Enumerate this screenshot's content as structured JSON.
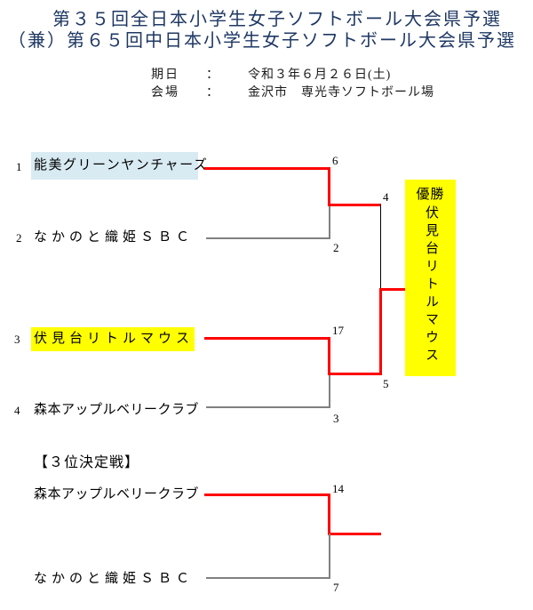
{
  "header": {
    "title_line1": "第３５回全日本小学生女子ソフトボール大会県予選",
    "title_line2": "（兼）第６５回中日本小学生女子ソフトボール大会県予選"
  },
  "meta": {
    "rows": [
      {
        "label": "期日",
        "separator": "：",
        "value": "令和３年６月２６日(土)"
      },
      {
        "label": "会場",
        "separator": "：",
        "value": "金沢市　専光寺ソフトボール場"
      }
    ]
  },
  "colors": {
    "title_text": "#1f3864",
    "winner_line": "#ff0000",
    "loser_line": "#808080",
    "connector_line": "#000000",
    "highlight_blue": "#d8eaf2",
    "highlight_yellow": "#ffff00"
  },
  "main_bracket": {
    "teams": [
      {
        "seed": "1",
        "name": "能美グリーンヤンチャーズ",
        "highlight": "blue"
      },
      {
        "seed": "2",
        "name": "なかのと織姫ＳＢＣ",
        "highlight": "none"
      },
      {
        "seed": "3",
        "name": "伏見台リトルマウス",
        "highlight": "yellow"
      },
      {
        "seed": "4",
        "name": "森本アップルベリークラブ",
        "highlight": "none"
      }
    ],
    "scores": {
      "semifinal1_winner": "6",
      "semifinal1_loser": "2",
      "final_top": "4",
      "final_bottom": "5",
      "semifinal2_winner": "17",
      "semifinal2_loser": "3"
    },
    "champion": {
      "label": "優勝",
      "name": "伏見台リトルマウス"
    }
  },
  "third_place": {
    "heading": "【３位決定戦】",
    "teams": [
      {
        "name": "森本アップルベリークラブ"
      },
      {
        "name": "なかのと織姫ＳＢＣ"
      }
    ],
    "scores": {
      "winner": "14",
      "loser": "7"
    }
  }
}
